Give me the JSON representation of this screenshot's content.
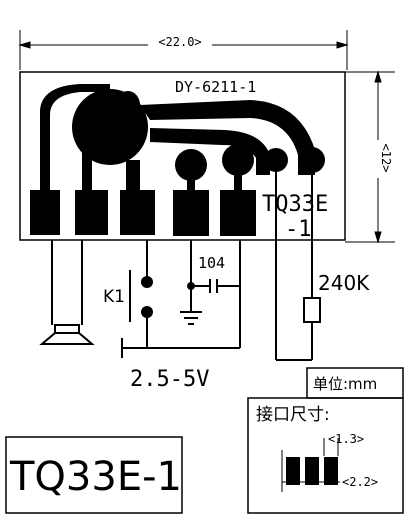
{
  "dimensions": {
    "width": "<22.0>",
    "height": "<12>",
    "pad_pitch": "<1.3>",
    "pad_span": "<2.2>"
  },
  "board": {
    "code": "DY-6211-1",
    "chip_label_line1": "TQ33E",
    "chip_label_line2": "-1"
  },
  "components": {
    "switch_label": "K1",
    "capacitor_label": "104",
    "resistor_label": "240K",
    "voltage_label": "2.5-5V"
  },
  "unit_box": {
    "label": "单位:mm"
  },
  "interface_box": {
    "title": "接口尺寸:"
  },
  "model": {
    "name": "TQ33E-1"
  }
}
